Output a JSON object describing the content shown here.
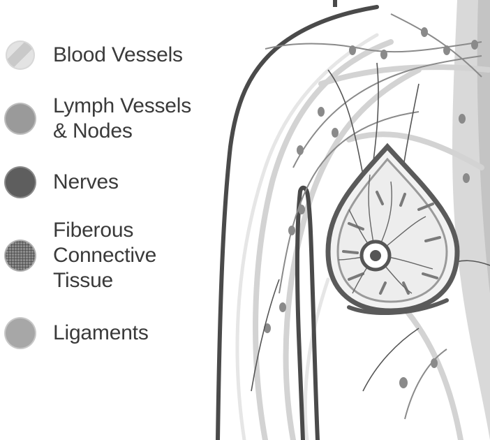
{
  "legend": {
    "items": [
      {
        "label": "Blood Vessels",
        "icon": "blood-vessels-swatch",
        "color": "#d6d6d6"
      },
      {
        "label": "Lymph Vessels\n& Nodes",
        "icon": "lymph-swatch",
        "color": "#9a9a9a"
      },
      {
        "label": "Nerves",
        "icon": "nerves-swatch",
        "color": "#5e5e5e"
      },
      {
        "label": "Fiberous\nConnective\nTissue",
        "icon": "fibrous-tissue-swatch",
        "color": "#8c8c8c"
      },
      {
        "label": "Ligaments",
        "icon": "ligaments-swatch",
        "color": "#a7a7a7"
      }
    ]
  }
}
